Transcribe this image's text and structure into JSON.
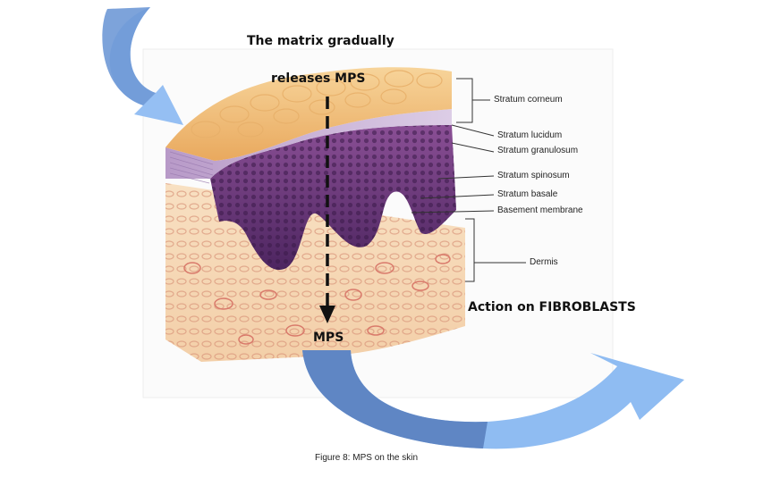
{
  "annotations": {
    "top_line1": "The matrix gradually",
    "top_line2": "releases MPS",
    "bottom_label": "MPS",
    "action_label": "Action on FIBROBLASTS"
  },
  "layers": {
    "stratum_corneum": "Stratum corneum",
    "stratum_lucidum": "Stratum lucidum",
    "stratum_granulosum": "Stratum granulosum",
    "stratum_spinosum": "Stratum spinosum",
    "stratum_basale": "Stratum basale",
    "basement_membrane": "Basement membrane",
    "dermis": "Dermis"
  },
  "caption": "Figure 8: MPS on the skin",
  "colors": {
    "arrow_light": "#8fbcf2",
    "arrow_dark": "#5f86c4",
    "epidermis_top": "#f2c27e",
    "purple_layer": "#6e3a7e",
    "dermis": "#f6d9b8"
  }
}
